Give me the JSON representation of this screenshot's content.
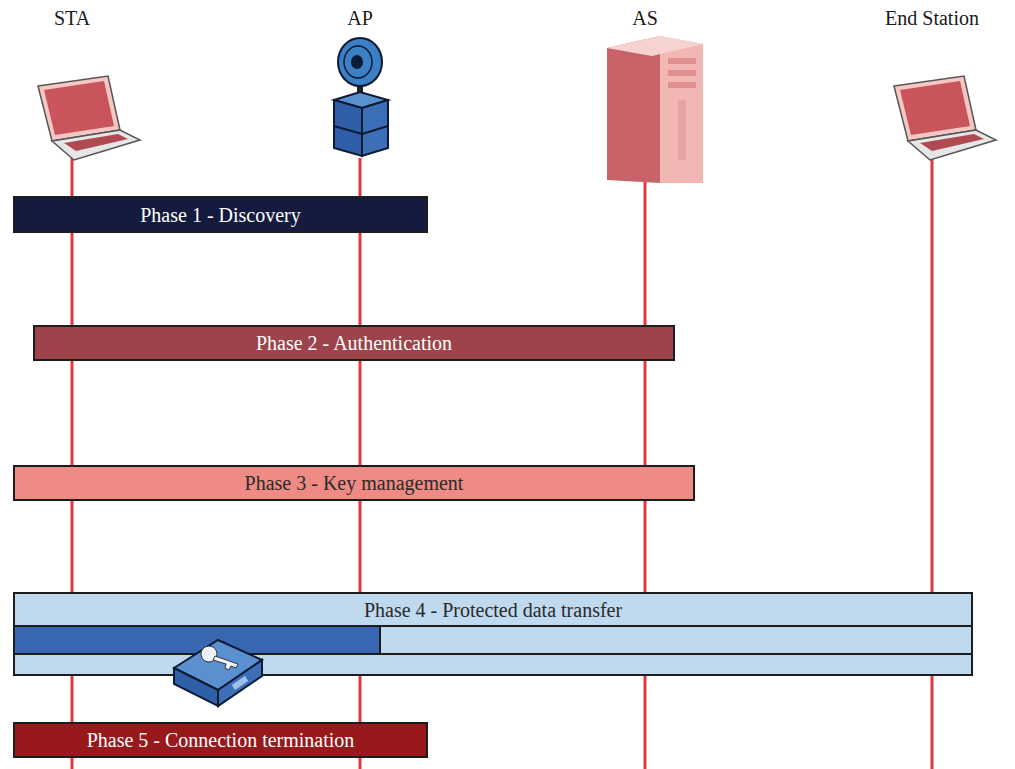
{
  "diagram": {
    "nodes": [
      {
        "text": [
          "Phase 1 - Discovery"
        ]
      },
      {
        "text": [
          "Phase 2 - Authentication"
        ]
      },
      {
        "text": [
          "Phase 3 - Key management"
        ]
      },
      {
        "text": [
          "Phase 4 - Protected data transfer"
        ]
      },
      {
        "text": [
          "Phase 5 - Connection termination"
        ]
      }
    ],
    "labels": [
      "STA",
      "AP",
      "AS",
      "End Station"
    ]
  }
}
